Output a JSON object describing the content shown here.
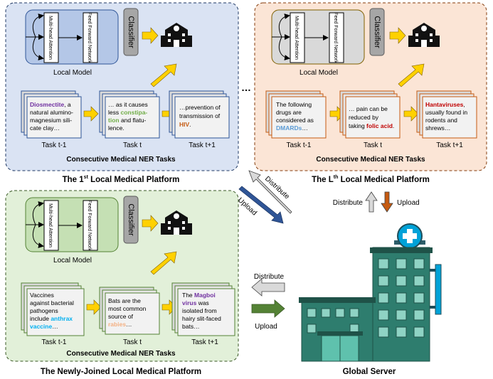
{
  "platforms": {
    "p1": {
      "title": "The 1",
      "title_sup": "st",
      "title_rest": " Local Medical Platform",
      "model": {
        "attention": "Multi-head Attention",
        "ffn": "Feed Forward Network",
        "classifier": "Classifier",
        "label": "Local Model"
      },
      "tasks_caption": "Consecutive Medical NER Tasks",
      "tasks": [
        {
          "label": "Task t-1",
          "lines": [
            [
              "Diosmectite",
              ", a"
            ],
            [
              "natural alumino-"
            ],
            [
              "magnesium sili-"
            ],
            [
              "cate clay…"
            ]
          ]
        },
        {
          "label": "Task t",
          "lines": [
            [
              "… as it causes"
            ],
            [
              "less ",
              "constipa-"
            ],
            [
              "tion",
              " and flatu-"
            ],
            [
              "lence."
            ]
          ]
        },
        {
          "label": "Task t+1",
          "lines": [
            [
              "…prevention of"
            ],
            [
              "transmission of"
            ],
            [
              "HIV",
              "."
            ]
          ]
        }
      ]
    },
    "pL": {
      "title": "The L",
      "title_sup": "th",
      "title_rest": " Local Medical Platform",
      "model": {
        "attention": "Multi-head Attention",
        "ffn": "Feed Forward Network",
        "classifier": "Classifier",
        "label": "Local Model"
      },
      "tasks_caption": "Consecutive Medical NER Tasks",
      "tasks": [
        {
          "label": "Task t-1",
          "lines": [
            [
              "The following"
            ],
            [
              "drugs are"
            ],
            [
              "considered as"
            ],
            [
              "DMARDs",
              "…"
            ]
          ]
        },
        {
          "label": "Task t",
          "lines": [
            [
              "… pain can be"
            ],
            [
              "reduced by"
            ],
            [
              "taking ",
              "folic acid",
              "."
            ]
          ]
        },
        {
          "label": "Task t+1",
          "lines": [
            [
              "Hantaviruses",
              ","
            ],
            [
              "usually found in"
            ],
            [
              "rodents and"
            ],
            [
              "shrews…"
            ]
          ]
        }
      ]
    },
    "pN": {
      "title": "The Newly-Joined Local Medical Platform",
      "model": {
        "attention": "Multi-head Attention",
        "ffn": "Feed Forward Network",
        "classifier": "Classifier",
        "label": "Local Model"
      },
      "tasks_caption": "Consecutive Medical NER Tasks",
      "tasks": [
        {
          "label": "Task t-1",
          "lines": [
            [
              "Vaccines"
            ],
            [
              "against bacterial"
            ],
            [
              "pathogens"
            ],
            [
              "include ",
              "anthrax"
            ],
            [
              "vaccine",
              "…"
            ]
          ]
        },
        {
          "label": "Task t",
          "lines": [
            [
              "Bats are the"
            ],
            [
              "most common"
            ],
            [
              "source of"
            ],
            [
              "rabies",
              "…"
            ]
          ]
        },
        {
          "label": "Task t+1",
          "lines": [
            [
              "The ",
              "Magboi"
            ],
            [
              "virus",
              " was"
            ],
            [
              "isolated from"
            ],
            [
              "hairy slit-faced"
            ],
            [
              "bats…"
            ]
          ]
        }
      ]
    }
  },
  "ellipsis": "…",
  "server": {
    "title": "Global Server"
  },
  "arrows": {
    "distribute": "Distribute",
    "upload": "Upload"
  },
  "colors": {
    "blue_bg": "#dae3f3",
    "orange_bg": "#fbe5d6",
    "green_bg": "#e2f0d9",
    "entity_purple": "#7030a0",
    "entity_green": "#70ad47",
    "entity_orange": "#c55a11",
    "entity_blue": "#5b9bd5",
    "entity_red": "#c00000",
    "entity_cyan": "#00b0f0",
    "entity_amber": "#f4b183",
    "arrow_yellow": "#ffd100",
    "arrow_blue": "#2f5597",
    "arrow_green": "#548235",
    "arrow_brown": "#c55a11",
    "server_teal": "#2e7d6e"
  }
}
